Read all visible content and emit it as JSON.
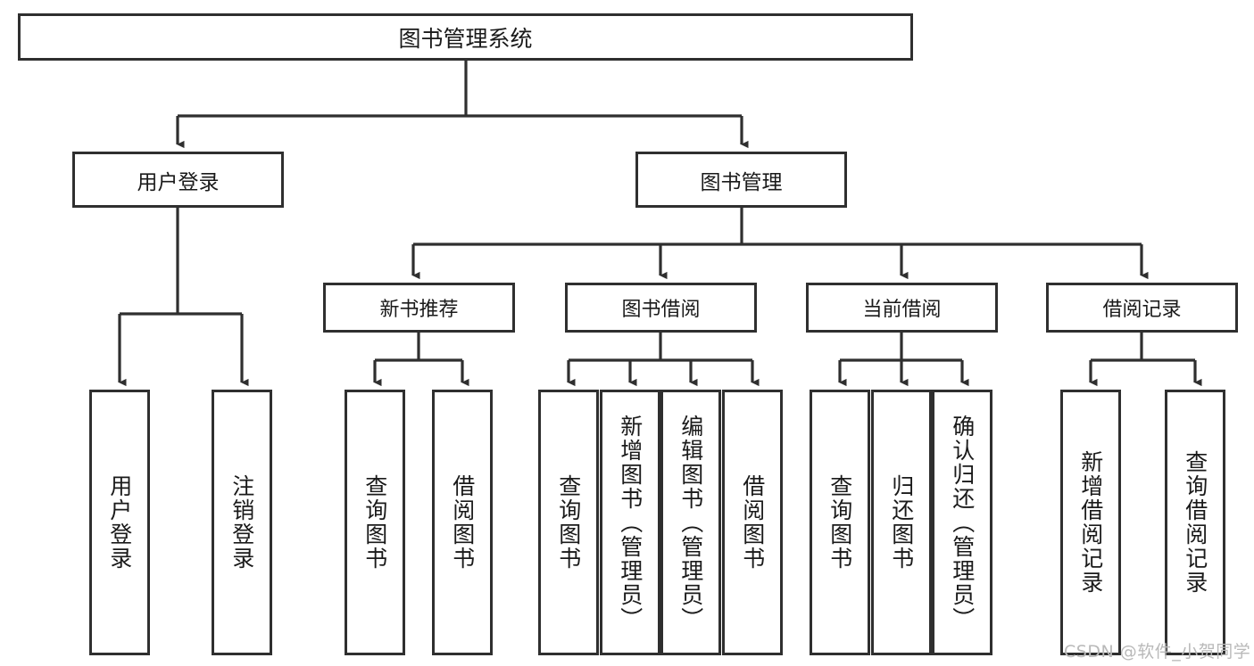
{
  "diagram": {
    "type": "tree",
    "title": "图书管理系统",
    "orientation": "top-down",
    "colors": {
      "background": "#ffffff",
      "box_border": "#2f2f2f",
      "box_fill": "#ffffff",
      "edge": "#2f2f2f",
      "text": "#1a1a1a",
      "watermark": "#b9b9b9"
    },
    "root": {
      "label": "图书管理系统"
    },
    "level2": [
      {
        "id": "user-login",
        "label": "用户登录"
      },
      {
        "id": "book-manage",
        "label": "图书管理"
      }
    ],
    "level3": [
      {
        "id": "new-book-rec",
        "label": "新书推荐",
        "parent": "book-manage"
      },
      {
        "id": "book-borrow",
        "label": "图书借阅",
        "parent": "book-manage"
      },
      {
        "id": "current-borrow",
        "label": "当前借阅",
        "parent": "book-manage"
      },
      {
        "id": "borrow-record",
        "label": "借阅记录",
        "parent": "book-manage"
      }
    ],
    "leaves": [
      {
        "id": "leaf-user-login",
        "label": "用户登录",
        "parent": "user-login"
      },
      {
        "id": "leaf-user-logout",
        "label": "注销登录",
        "parent": "user-login"
      },
      {
        "id": "leaf-query-book-1",
        "label": "查询图书",
        "parent": "new-book-rec"
      },
      {
        "id": "leaf-borrow-book-1",
        "label": "借阅图书",
        "parent": "new-book-rec"
      },
      {
        "id": "leaf-query-book-2",
        "label": "查询图书",
        "parent": "book-borrow"
      },
      {
        "id": "leaf-add-book",
        "label": "新增图书（管理员）",
        "parent": "book-borrow"
      },
      {
        "id": "leaf-edit-book",
        "label": "编辑图书（管理员）",
        "parent": "book-borrow"
      },
      {
        "id": "leaf-borrow-book-2",
        "label": "借阅图书",
        "parent": "book-borrow"
      },
      {
        "id": "leaf-query-book-3",
        "label": "查询图书",
        "parent": "current-borrow"
      },
      {
        "id": "leaf-return-book",
        "label": "归还图书",
        "parent": "current-borrow"
      },
      {
        "id": "leaf-confirm-return",
        "label": "确认归还（管理员）",
        "parent": "current-borrow"
      },
      {
        "id": "leaf-add-record",
        "label": "新增借阅记录",
        "parent": "borrow-record"
      },
      {
        "id": "leaf-query-record",
        "label": "查询借阅记录",
        "parent": "borrow-record"
      }
    ]
  },
  "watermark": {
    "text": "CSDN @软件_小贺同学"
  }
}
